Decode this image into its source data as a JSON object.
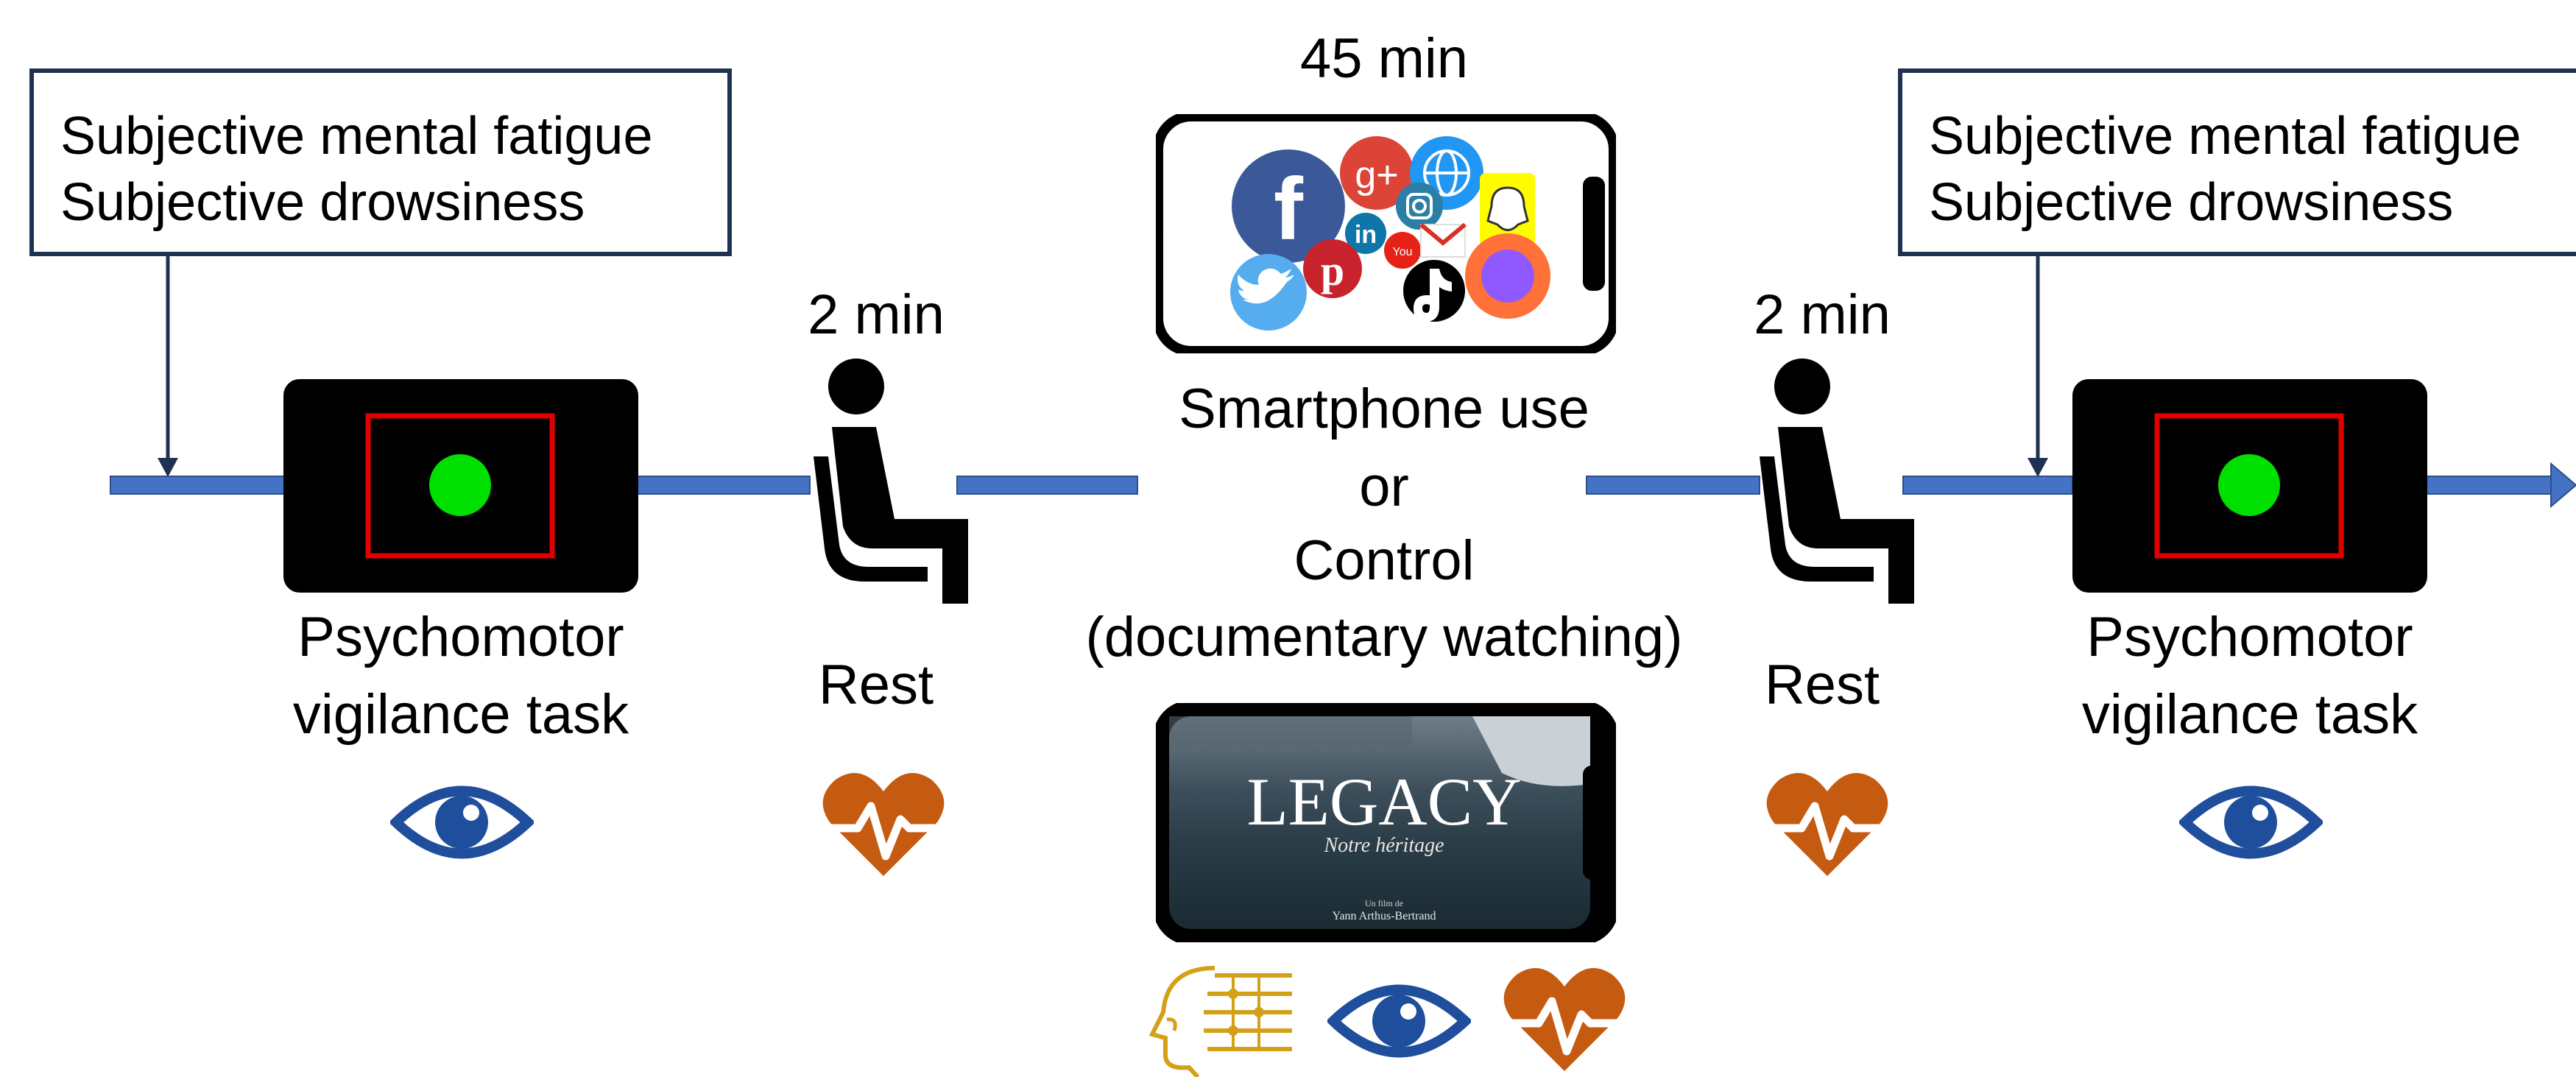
{
  "questionnaire_pre": {
    "line1": "Subjective mental fatigue",
    "line2": "Subjective drowsiness"
  },
  "questionnaire_post": {
    "line1": "Subjective mental fatigue",
    "line2": "Subjective drowsiness"
  },
  "pvt_pre": {
    "line1": "Psychomotor",
    "line2": "vigilance task",
    "icon": "eye-icon"
  },
  "pvt_post": {
    "line1": "Psychomotor",
    "line2": "vigilance task",
    "icon": "eye-icon"
  },
  "rest_pre": {
    "duration": "2 min",
    "label": "Rest",
    "icons": [
      "seated-person-icon",
      "heart-rate-icon"
    ]
  },
  "rest_post": {
    "duration": "2 min",
    "label": "Rest",
    "icons": [
      "seated-person-icon",
      "heart-rate-icon"
    ]
  },
  "task": {
    "duration": "45 min",
    "line1": "Smartphone use",
    "line2": "or",
    "line3": "Control",
    "line4": "(documentary watching)",
    "smartphone_apps": [
      "facebook",
      "google-plus",
      "globe",
      "instagram",
      "snapchat",
      "linkedin",
      "youtube",
      "gmail",
      "firefox",
      "twitter",
      "pinterest",
      "tiktok"
    ],
    "documentary": {
      "title": "LEGACY",
      "subtitle": "Notre héritage",
      "credit_prefix": "Un film de",
      "director": "Yann Arthus-Bertrand"
    },
    "measures": [
      "brain-eeg-icon",
      "eye-icon",
      "heart-rate-icon"
    ]
  },
  "colors": {
    "timeline": "#4472c4",
    "box_border": "#1f3150",
    "eye": "#1f4e9c",
    "heart": "#c55a11",
    "brain": "#d4a017",
    "pvt_frame": "#e00000",
    "pvt_dot": "#00e000"
  }
}
